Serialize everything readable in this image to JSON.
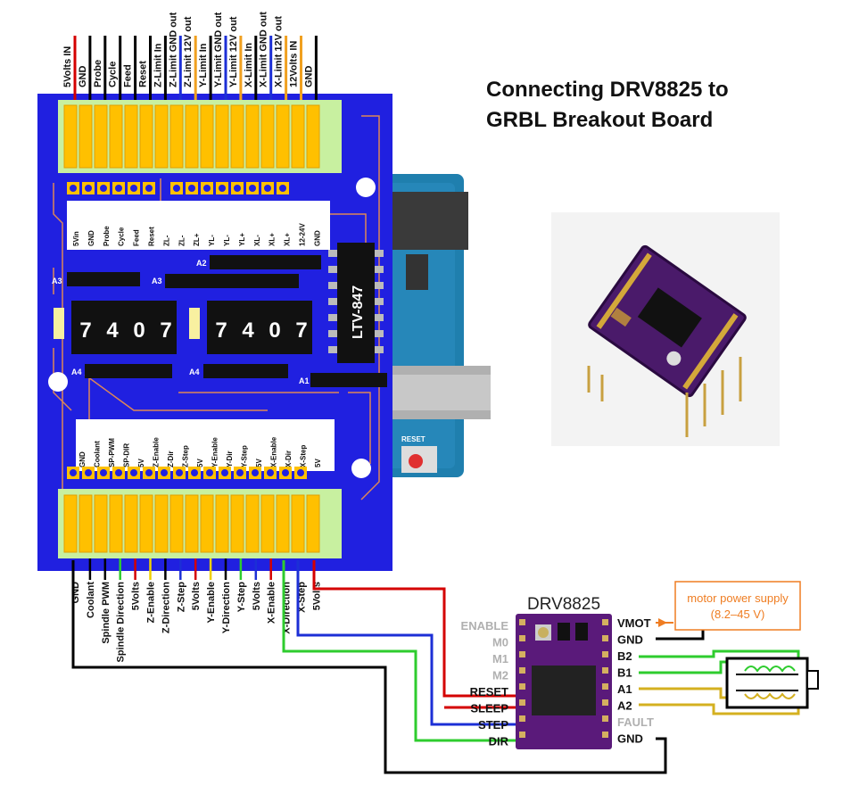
{
  "title_line1": "Connecting DRV8825 to",
  "title_line2": "GRBL Breakout Board",
  "top_pins": [
    "5Volts IN",
    "GND",
    "Probe",
    "Cycle",
    "Feed",
    "Reset",
    "Z-Limit In",
    "Z-Limit GND out",
    "Z-Limit 12V out",
    "Y-Limit In",
    "Y-Limit GND out",
    "Y-Limit 12V out",
    "X-Limit In",
    "X-Limit GND out",
    "X-Limit 12V out",
    "12Volts IN",
    "GND"
  ],
  "top_pin_colors": [
    "#d40000",
    "#000000",
    "#000000",
    "#000000",
    "#000000",
    "#000000",
    "#000000",
    "#1c2fd6",
    "#f0a020",
    "#000000",
    "#1c2fd6",
    "#f0a020",
    "#000000",
    "#1c2fd6",
    "#f0a020",
    "#f0a020",
    "#000000"
  ],
  "bottom_pins": [
    "GND",
    "Coolant",
    "Spindle PWM",
    "Spindle Direction",
    "5Volts",
    "Z-Enable",
    "Z-Direction",
    "Z-Step",
    "5Volts",
    "Y-Enable",
    "Y-Direction",
    "Y-Step",
    "5Volts",
    "X-Enable",
    "X-Direction",
    "X-Step",
    "5Volts"
  ],
  "bottom_pin_colors": [
    "#000000",
    "#000000",
    "#000000",
    "#2ecc2e",
    "#d40000",
    "#f0d000",
    "#000000",
    "#1c2fd6",
    "#d40000",
    "#f0d000",
    "#000000",
    "#2ecc2e",
    "#1c2fd6",
    "#d40000",
    "#f0d000",
    "#2ecc2e",
    "#d40000"
  ],
  "board": {
    "silk_top": [
      "5Vin",
      "GND",
      "Probe",
      "Cycle",
      "Feed",
      "Reset",
      "ZL-",
      "ZL-",
      "ZL+",
      "YL-",
      "YL-",
      "YL+",
      "XL-",
      "XL+",
      "XL+",
      "12-24V",
      "GND"
    ],
    "silk_bottom": [
      "GND",
      "Coolant",
      "SP-PWM",
      "SP-DIR",
      "5V",
      "Z-Enable",
      "Z-Dir",
      "Z-Step",
      "5V",
      "Y-Enable",
      "Y-Dir",
      "Y-Step",
      "5V",
      "X-Enable",
      "X-Dir",
      "X-Step",
      "5V"
    ],
    "chip1_digits": [
      "7",
      "4",
      "0",
      "7"
    ],
    "chip2_digits": [
      "7",
      "4",
      "0",
      "7"
    ],
    "opto_label": "LTV-847",
    "label_a2": "A2",
    "label_a3": "A3",
    "label_a4": "A4",
    "label_a1": "A1",
    "reset_label": "RESET"
  },
  "drv": {
    "name": "DRV8825",
    "left_pins": [
      "ENABLE",
      "M0",
      "M1",
      "M2",
      "RESET",
      "SLEEP",
      "STEP",
      "DIR"
    ],
    "right_pins": [
      "VMOT",
      "GND",
      "B2",
      "B1",
      "A1",
      "A2",
      "FAULT",
      "GND"
    ],
    "supply_line1": "motor power supply",
    "supply_line2": "(8.2–45 V)"
  },
  "colors": {
    "board_blue": "#2020e0",
    "terminal_green": "#c8f0a0",
    "terminal_yellow": "#ffc000",
    "drv_purple": "#5a1a7a",
    "supply_orange": "#ef7d22",
    "wire_red": "#d40000",
    "wire_blue": "#1c2fd6",
    "wire_green": "#2ecc2e",
    "wire_black": "#000000"
  }
}
